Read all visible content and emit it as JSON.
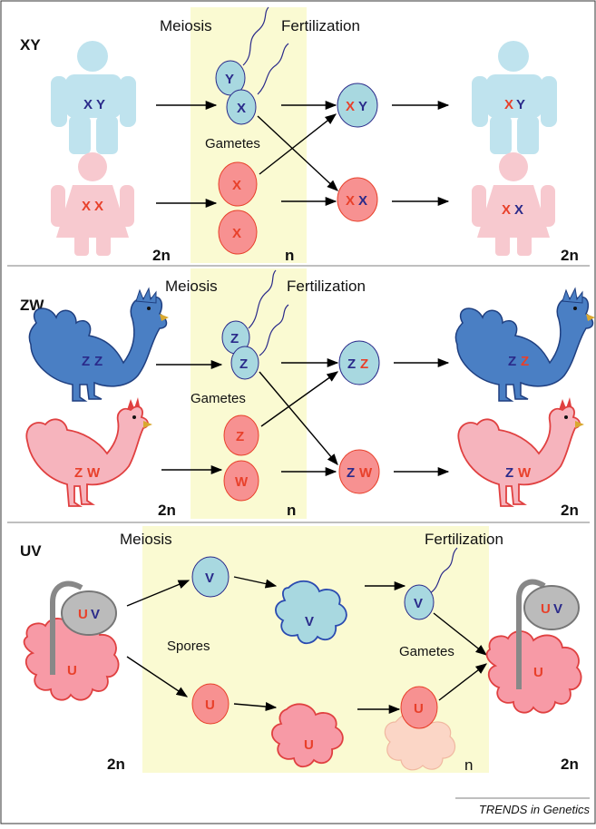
{
  "colors": {
    "male_blue": "#bfe3ee",
    "female_pink": "#f7c9cf",
    "cell_blue": "#a8d8e0",
    "cell_red": "#f79191",
    "haploid_band": "#fafad2",
    "letter_red": "#e8402a",
    "letter_blue": "#2a2a8a",
    "rooster_blue": "#4a7fc4",
    "hen_red": "#e04040"
  },
  "panels": [
    {
      "system": "XY",
      "meiosis": "Meiosis",
      "fertilization": "Fertilization",
      "gametes": "Gametes",
      "left_ploidy": "2n",
      "mid_ploidy": "n",
      "right_ploidy": "2n",
      "parent_top": [
        "X",
        "Y"
      ],
      "parent_bottom": [
        "X",
        "X"
      ],
      "gamete_top_a": "Y",
      "gamete_top_b": "X",
      "gamete_bot_a": "X",
      "gamete_bot_b": "X",
      "zygote_top": [
        "X",
        "Y"
      ],
      "zygote_bot": [
        "X",
        "X"
      ],
      "child_top": [
        "X",
        "Y"
      ],
      "child_bot": [
        "X",
        "X"
      ]
    },
    {
      "system": "ZW",
      "meiosis": "Meiosis",
      "fertilization": "Fertilization",
      "gametes": "Gametes",
      "left_ploidy": "2n",
      "mid_ploidy": "n",
      "right_ploidy": "2n",
      "parent_top": [
        "Z",
        "Z"
      ],
      "parent_bottom": [
        "Z",
        "W"
      ],
      "gamete_top_a": "Z",
      "gamete_top_b": "Z",
      "gamete_bot_a": "Z",
      "gamete_bot_b": "W",
      "zygote_top": [
        "Z",
        "Z"
      ],
      "zygote_bot": [
        "Z",
        "W"
      ],
      "child_top": [
        "Z",
        "Z"
      ],
      "child_bot": [
        "Z",
        "W"
      ]
    },
    {
      "system": "UV",
      "meiosis": "Meiosis",
      "fertilization": "Fertilization",
      "spores": "Spores",
      "gametes": "Gametes",
      "left_ploidy": "2n",
      "mid_ploidy": "n",
      "right_ploidy": "2n",
      "sporophyte_capsule": [
        "U",
        "V"
      ],
      "sporophyte_gametophyte": "U",
      "spore_v": "V",
      "spore_u": "U",
      "gametophyte_v": "V",
      "gametophyte_u": "U",
      "gamete_v": "V",
      "gamete_u": "U",
      "offspring_capsule": [
        "U",
        "V"
      ],
      "offspring_gametophyte": "U"
    }
  ],
  "footer": "TRENDS in Genetics"
}
